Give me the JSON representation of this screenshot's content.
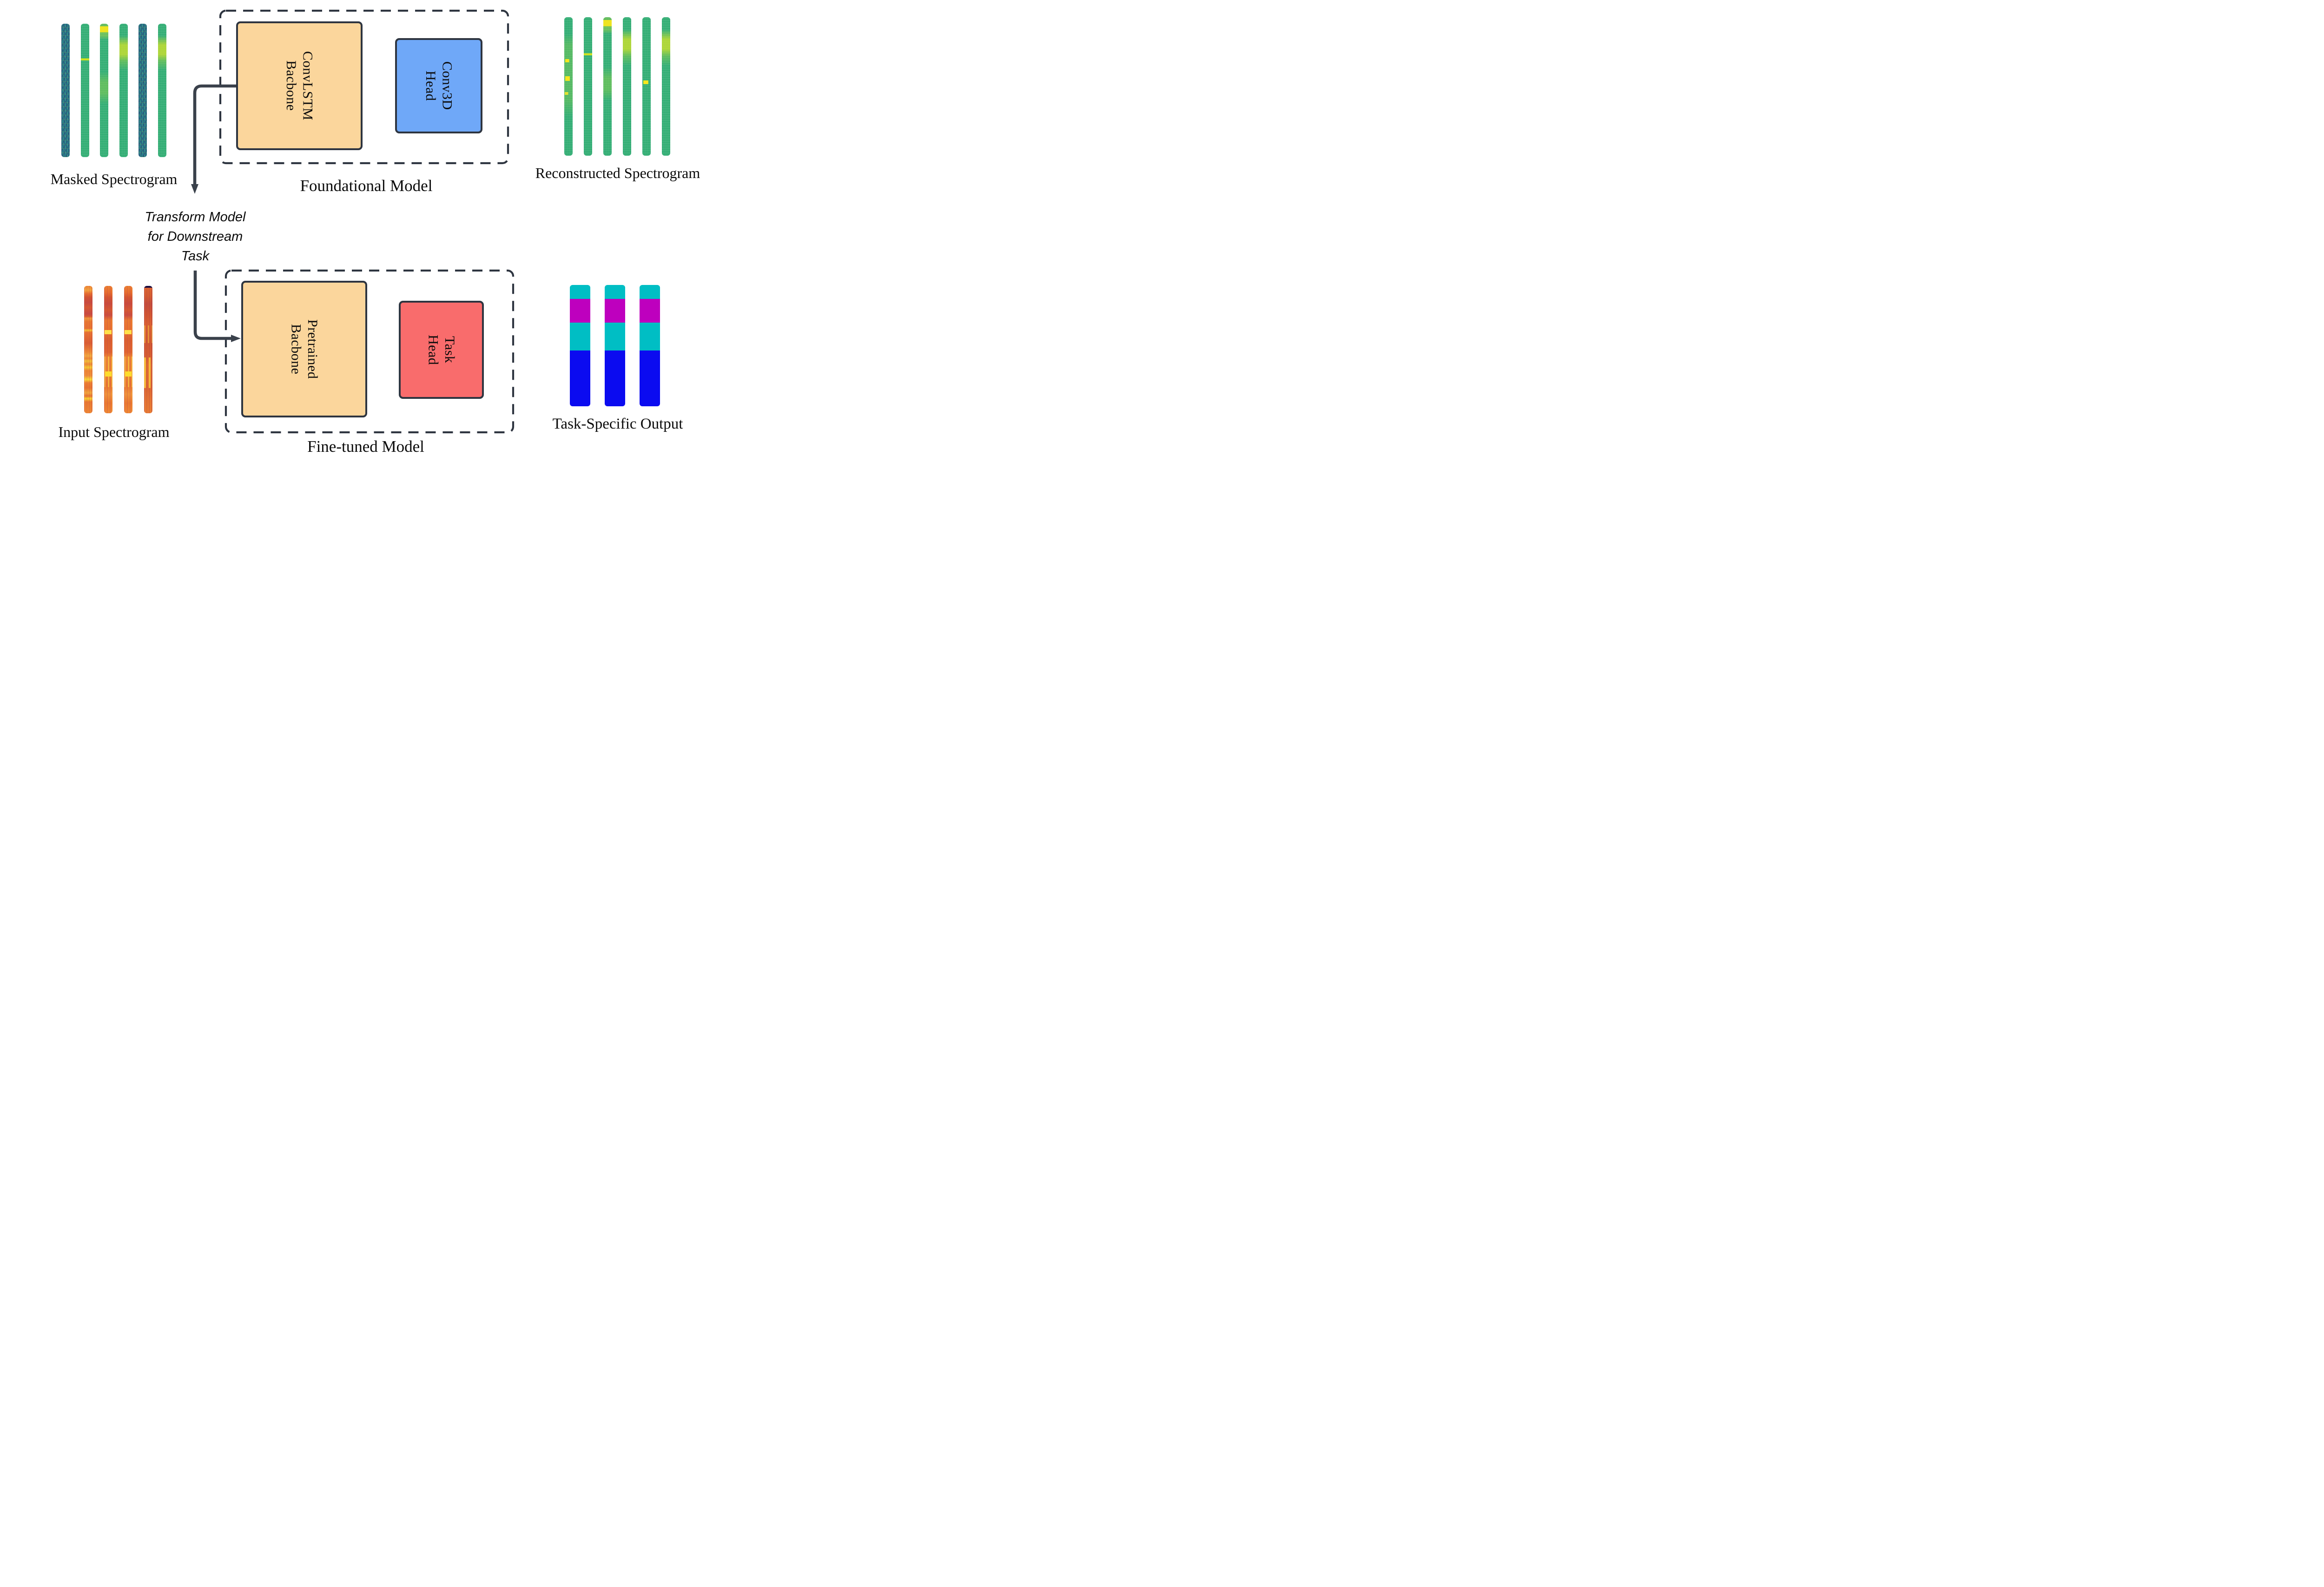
{
  "colors": {
    "border_dark": "#2e3540",
    "arrow": "#3a414b",
    "backbone_fill": "#fbd69c",
    "conv3d_fill": "#6fa8f8",
    "task_head_fill": "#f96c6c",
    "output_teal": "#00bec4",
    "output_magenta": "#be00be",
    "output_blue": "#0b0bf0"
  },
  "masked_spectrogram": {
    "label": "Masked Spectrogram",
    "strips": [
      "noisy",
      "smooth-line",
      "smooth-top",
      "smooth-glow",
      "noisy",
      "smooth-glow"
    ]
  },
  "reconstructed_spectrogram": {
    "label": "Reconstructed Spectrogram",
    "strips": [
      "smooth-speck",
      "smooth-line",
      "smooth-top",
      "smooth-glow",
      "smooth-dash",
      "smooth-glow"
    ]
  },
  "input_spectrogram": {
    "label": "Input Spectrogram",
    "strips": [
      "inferno-a",
      "inferno-b",
      "inferno-b",
      "inferno-c"
    ]
  },
  "task_output": {
    "label": "Task-Specific Output",
    "bar_count": 3,
    "segments": [
      {
        "name": "teal-top",
        "color": "#00bec4",
        "pct": 11.5
      },
      {
        "name": "magenta",
        "color": "#be00be",
        "pct": 19.5
      },
      {
        "name": "teal-mid",
        "color": "#00bec4",
        "pct": 23
      },
      {
        "name": "blue",
        "color": "#0b0bf0",
        "pct": 46
      }
    ]
  },
  "foundational_model": {
    "label": "Foundational Model",
    "backbone_label": "ConvLSTM\nBacbone",
    "head_label": "Conv3D\nHead"
  },
  "finetuned_model": {
    "label": "Fine-tuned Model",
    "backbone_label": "Pretrained\nBacbone",
    "head_label": "Task\nHead"
  },
  "transform_note": "Transform Model\nfor Downstream\nTask"
}
